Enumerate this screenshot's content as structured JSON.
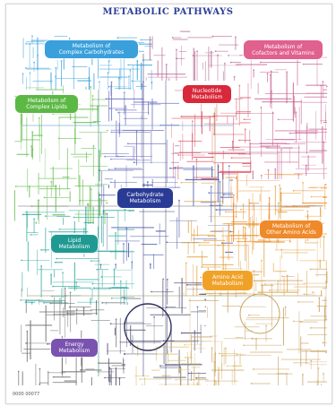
{
  "title": "METABOLIC PATHWAYS",
  "footer": "0000 00077",
  "modules": [
    {
      "id": "complex-carbohydrates",
      "label": "Metabolism of\nComplex Carbohydrates",
      "color": "#3aa0dc"
    },
    {
      "id": "cofactors-vitamins",
      "label": "Metabolism of\nCofactors and Vitamins",
      "color": "#e0608e"
    },
    {
      "id": "complex-lipids",
      "label": "Metabolism of\nComplex Lipids",
      "color": "#5cb845"
    },
    {
      "id": "nucleotide",
      "label": "Nucleotide\nMetabolism",
      "color": "#d8283a"
    },
    {
      "id": "carbohydrate",
      "label": "Carbohydrate\nMetabolism",
      "color": "#2a3b96"
    },
    {
      "id": "lipid",
      "label": "Lipid\nMetabolism",
      "color": "#1e9a92"
    },
    {
      "id": "other-amino-acids",
      "label": "Metabolism of\nOther Amino Acids",
      "color": "#ef8a2a"
    },
    {
      "id": "amino-acid",
      "label": "Amino Acid\nMetabolism",
      "color": "#f0a228"
    },
    {
      "id": "energy",
      "label": "Energy\nMetabolism",
      "color": "#7a52b0"
    }
  ]
}
